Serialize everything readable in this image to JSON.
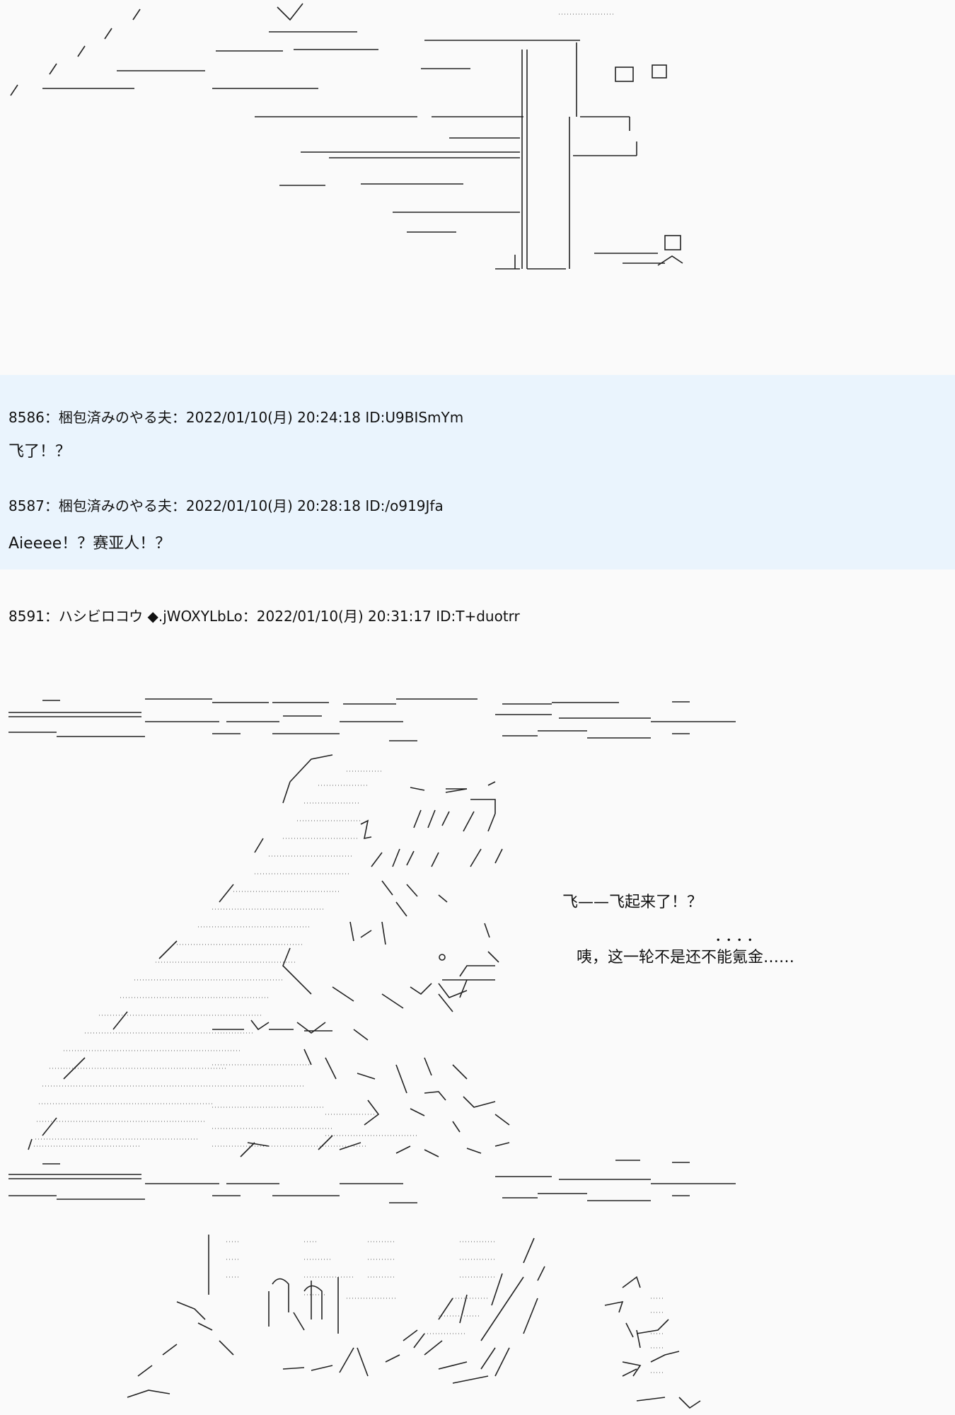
{
  "posts": [
    {
      "number": "8586",
      "separator": "：",
      "name": "梱包済みのやる夫",
      "date": "2022/01/10(月) 20:24:18",
      "id": "ID:U9BISmYm",
      "body": "飞了！？"
    },
    {
      "number": "8587",
      "separator": "：",
      "name": "梱包済みのやる夫",
      "date": "2022/01/10(月) 20:28:18",
      "id": "ID:/o919Jfa",
      "body": "Aieeee！？赛亚人！？"
    },
    {
      "number": "8591",
      "separator": "：",
      "name": "ハシビロコウ ◆.jWOXYLbLo",
      "date": "2022/01/10(月) 20:31:17",
      "id": "ID:T+duotrr",
      "lines": [
        "飞——飞起来了！？",
        "．．．．",
        "咦，这一轮不是还不能氪金……"
      ]
    }
  ],
  "colors": {
    "highlight_bg": "#eaf4fd",
    "plain_bg": "#fafafa",
    "text": "#111111"
  }
}
